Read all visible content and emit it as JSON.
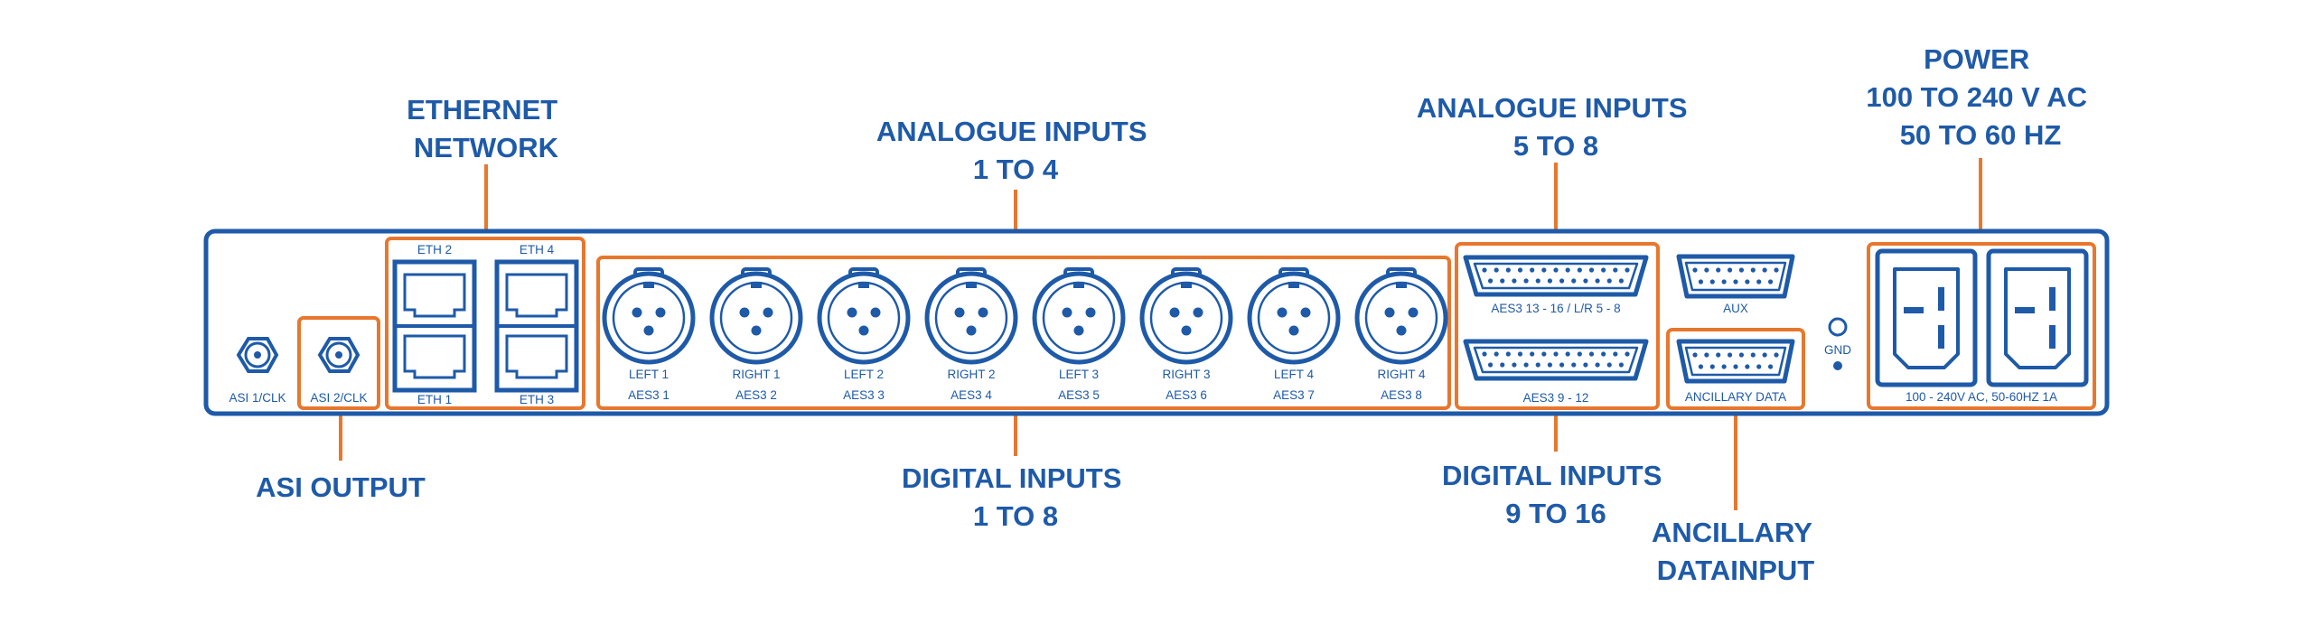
{
  "callouts": {
    "ethernet": [
      "ETHERNET",
      "NETWORK"
    ],
    "analogue_1_4": [
      "ANALOGUE INPUTS",
      "1 TO 4"
    ],
    "analogue_5_8": [
      "ANALOGUE INPUTS",
      "5 TO 8"
    ],
    "power": [
      "POWER",
      "100 TO 240 V AC",
      "50 TO 60 HZ"
    ],
    "asi_output": [
      "ASI OUTPUT"
    ],
    "digital_1_8": [
      "DIGITAL INPUTS",
      "1 TO 8"
    ],
    "digital_9_16": [
      "DIGITAL INPUTS",
      "9 TO 16"
    ],
    "ancillary": [
      "ANCILLARY",
      "DATAINPUT"
    ]
  },
  "panel": {
    "asi1": "ASI 1/CLK",
    "asi2": "ASI 2/CLK",
    "eth_top": [
      "ETH 2",
      "ETH 4"
    ],
    "eth_bottom": [
      "ETH 1",
      "ETH 3"
    ],
    "xlr": [
      [
        "LEFT 1",
        "AES3 1"
      ],
      [
        "RIGHT 1",
        "AES3 2"
      ],
      [
        "LEFT 2",
        "AES3 3"
      ],
      [
        "RIGHT 2",
        "AES3 4"
      ],
      [
        "LEFT 3",
        "AES3 5"
      ],
      [
        "RIGHT 3",
        "AES3 6"
      ],
      [
        "LEFT 4",
        "AES3 7"
      ],
      [
        "RIGHT 4",
        "AES3 8"
      ]
    ],
    "dsub_top": "AES3 13 - 16 / L/R 5 - 8",
    "dsub_bottom": "AES3 9 - 12",
    "aux": "AUX",
    "ancillary_data": "ANCILLARY DATA",
    "gnd": "GND",
    "power_rating": "100 - 240V AC, 50-60HZ 1A"
  },
  "colors": {
    "blue": "#1e5aa8",
    "orange": "#e8772e"
  }
}
